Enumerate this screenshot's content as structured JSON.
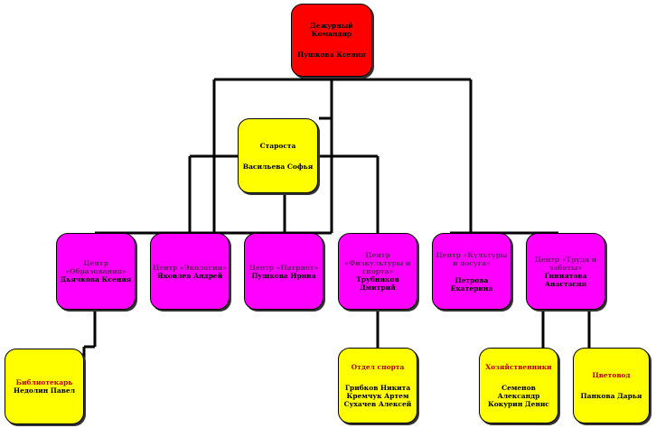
{
  "commander": {
    "title": "Дежурный Командир",
    "name": "Пушкова Ксения"
  },
  "starosta": {
    "title": "Староста",
    "name": "Васильева Софья"
  },
  "centers": [
    {
      "title": "Центр «Образования»",
      "name": "Дьячкова Ксения"
    },
    {
      "title": "Центр «Экологии»",
      "name": "Яковлев Андрей"
    },
    {
      "title": "Центр «Патриот»",
      "name": "Пушкова Ирина"
    },
    {
      "title": "Центр «Физкультуры и спорта»",
      "name": "Трубников Дмитрий"
    },
    {
      "title": "Центр «Культуры и досуга»",
      "name": "Петрова Екатерина"
    },
    {
      "title": "Центр «Труда и заботы»",
      "name": "Гиниятова Анастасия"
    }
  ],
  "sub": {
    "librarian": {
      "title": "Библиотекарь",
      "name": "Недолин Павел"
    },
    "health": {
      "title": "Отдел спорта",
      "names": [
        "Грибков Никита",
        "Кремчук Артем",
        "Сухачев Алексей"
      ]
    },
    "household": {
      "title": "Хозяйственники",
      "names": [
        "Семенов Александр",
        "Кокурин Денис"
      ]
    },
    "florist": {
      "title": "Цветовод",
      "name": "Панкова Дарья"
    }
  }
}
